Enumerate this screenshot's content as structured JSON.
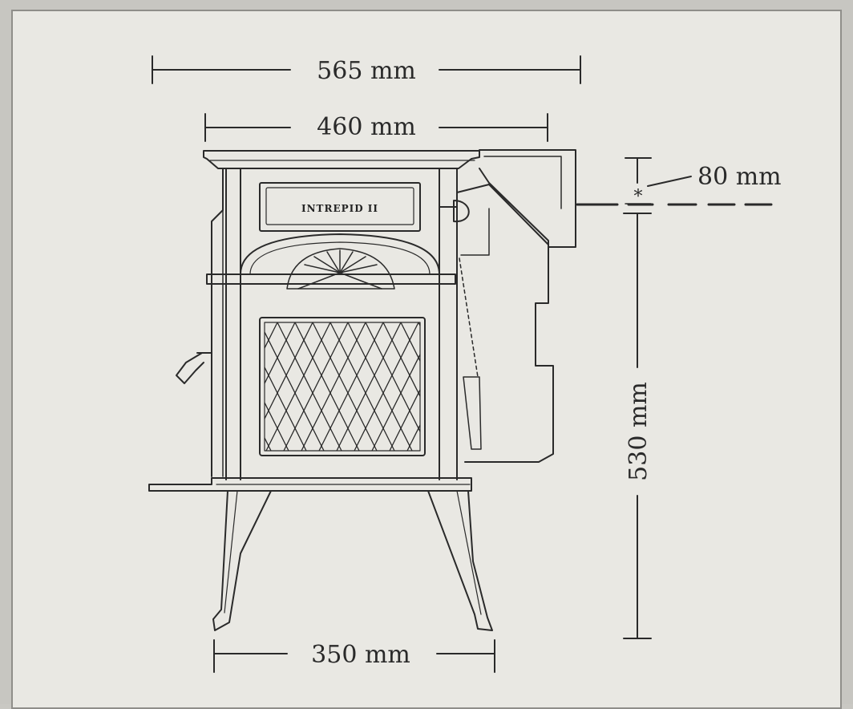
{
  "dimensions": {
    "outer_width": "565 mm",
    "body_width": "460 mm",
    "flue_offset": "80 mm",
    "flue_marker": "*",
    "height": "530 mm",
    "leg_spread": "350 mm"
  },
  "stove": {
    "name_plate": "INTREPID II"
  },
  "colors": {
    "paper": "#e9e8e3",
    "ink": "#2a2a2a"
  }
}
